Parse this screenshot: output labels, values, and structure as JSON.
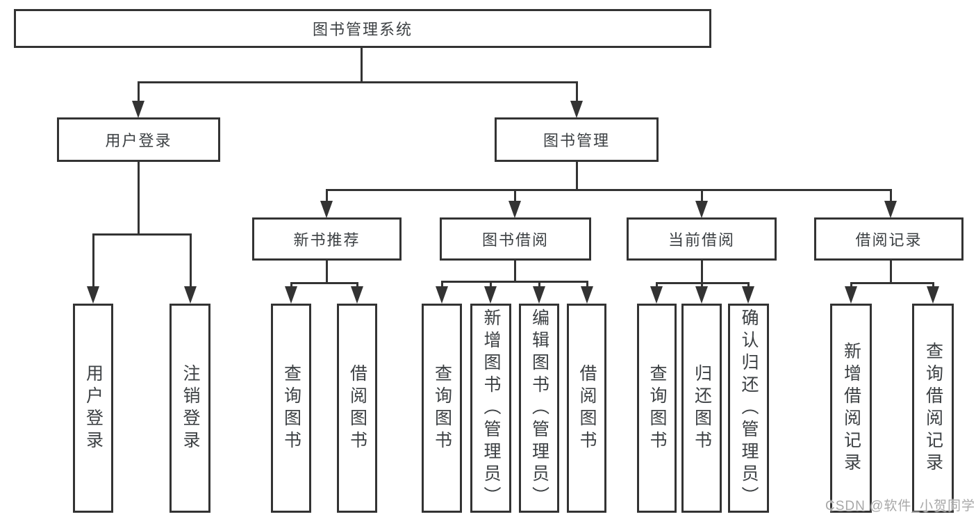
{
  "diagram": {
    "title": "图书管理系统",
    "nodes": {
      "root": "图书管理系统",
      "user_login": "用户登录",
      "book_management": "图书管理",
      "new_book_recommend": "新书推荐",
      "book_borrowing": "图书借阅",
      "current_borrowing": "当前借阅",
      "borrowing_records": "借阅记录",
      "leaf_user_login": "用户登录",
      "leaf_logout": "注销登录",
      "leaf_query_book_a": "查询图书",
      "leaf_borrow_book_a": "借阅图书",
      "leaf_query_book_b": "查询图书",
      "leaf_add_book": "新增图书（管理员）",
      "leaf_edit_book": "编辑图书（管理员）",
      "leaf_borrow_book_b": "借阅图书",
      "leaf_query_book_c": "查询图书",
      "leaf_return_book": "归还图书",
      "leaf_confirm_return": "确认归还（管理员）",
      "leaf_add_record": "新增借阅记录",
      "leaf_query_record": "查询借阅记录"
    },
    "structure": {
      "图书管理系统": {
        "用户登录": [
          "用户登录",
          "注销登录"
        ],
        "图书管理": {
          "新书推荐": [
            "查询图书",
            "借阅图书"
          ],
          "图书借阅": [
            "查询图书",
            "新增图书（管理员）",
            "编辑图书（管理员）",
            "借阅图书"
          ],
          "当前借阅": [
            "查询图书",
            "归还图书",
            "确认归还（管理员）"
          ],
          "借阅记录": [
            "新增借阅记录",
            "查询借阅记录"
          ]
        }
      }
    }
  },
  "watermark": {
    "text": "CSDN @软件_小贺同学"
  },
  "colors": {
    "line": "#333333",
    "text": "#3c4043",
    "background": "#ffffff",
    "watermark": "#a8a8a8"
  }
}
